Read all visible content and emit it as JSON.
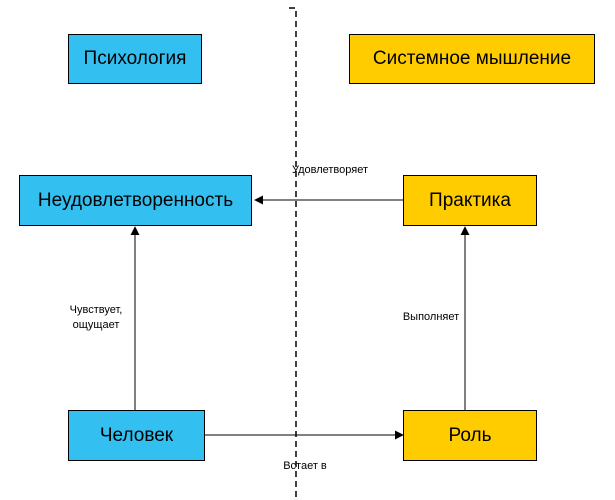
{
  "headers": {
    "left": "Психология",
    "right": "Системное мышление"
  },
  "nodes": {
    "dissatisfaction": "Неудовлетворенность",
    "practice": "Практика",
    "person": "Человек",
    "role": "Роль"
  },
  "edges": {
    "satisfies": "Удовлетворяет",
    "feels_line1": "Чувствует,",
    "feels_line2": "ощущает",
    "performs": "Выполняет",
    "enters": "Встает в"
  },
  "colors": {
    "blue": "#33c0f0",
    "yellow": "#ffcc00"
  }
}
